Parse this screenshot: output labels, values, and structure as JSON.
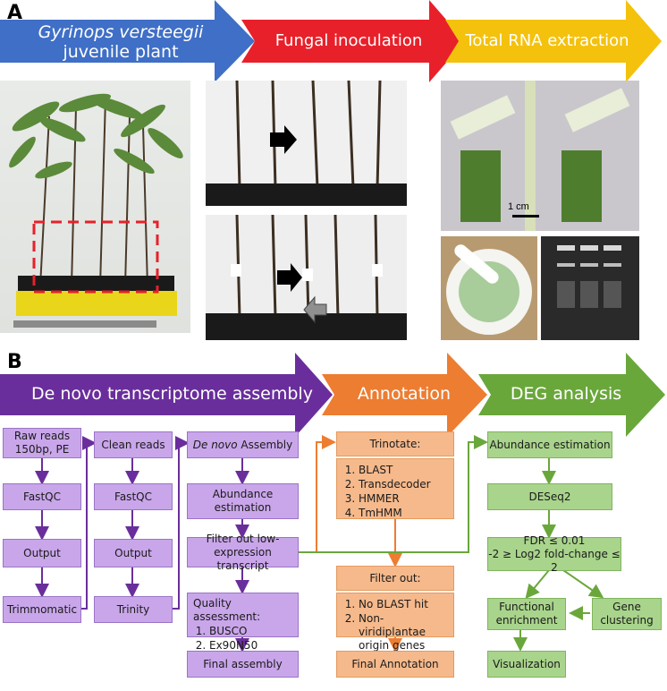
{
  "panel_a": {
    "label": "A",
    "arrows": [
      {
        "line1": "Gyrinops versteegii",
        "line2": "juvenile plant",
        "color": "#3f6fc6"
      },
      {
        "line1": "Fungal inoculation",
        "color": "#e8202a"
      },
      {
        "line1": "Total RNA extraction",
        "color": "#f4c20d"
      }
    ],
    "scale_bar": "1 cm"
  },
  "panel_b": {
    "label": "B",
    "arrows": [
      {
        "text": "De novo transcriptome assembly",
        "color": "#6a2e9c"
      },
      {
        "text": "Annotation",
        "color": "#ed7d31"
      },
      {
        "text": "DEG analysis",
        "color": "#6aa73b"
      }
    ],
    "col1": [
      "Raw reads 150bp, PE",
      "FastQC",
      "Output",
      "Trimmomatic"
    ],
    "col2": [
      "Clean reads",
      "FastQC",
      "Output",
      "Trinity"
    ],
    "col3": {
      "assembly_italic": "De novo",
      "assembly_rest": " Assembly",
      "abundance": "Abundance estimation",
      "filter": "Filter out low-expression transcript",
      "quality_title": "Quality assessment:",
      "quality_items": [
        "BUSCO",
        "Ex90N50"
      ],
      "final": "Final assembly"
    },
    "annotation": {
      "trinotate_title": "Trinotate:",
      "trinotate_items": [
        "BLAST",
        "Transdecoder",
        "HMMER",
        "TmHMM"
      ],
      "filter_title": "Filter out:",
      "filter_items": [
        "No BLAST hit",
        "Non- viridiplantae origin genes"
      ],
      "final": "Final Annotation"
    },
    "deg": {
      "abundance": "Abundance estimation",
      "deseq": "DESeq2",
      "fdr_line1": "FDR ≤ 0.01",
      "fdr_line2": "-2 ≥ Log2 fold-change ≤ 2",
      "functional": "Functional enrichment",
      "gene_clustering": "Gene clustering",
      "visualization": "Visualization"
    }
  }
}
